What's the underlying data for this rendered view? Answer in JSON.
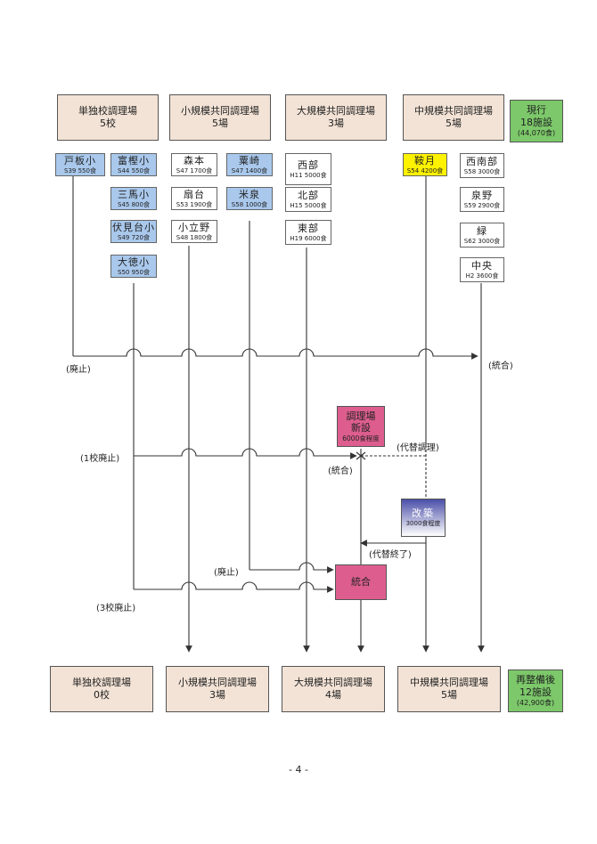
{
  "top": {
    "tandoku": {
      "title": "単独校調理場",
      "count": "5校"
    },
    "shokibo": {
      "title": "小規模共同調理場",
      "count": "5場"
    },
    "daikibo": {
      "title": "大規模共同調理場",
      "count": "3場"
    },
    "chukibo": {
      "title": "中規模共同調理場",
      "count": "5場"
    },
    "current": {
      "title": "現行",
      "count": "18施設",
      "meals": "(44,070食)"
    }
  },
  "facilities": {
    "toitashou": {
      "name": "戸板小",
      "info": "S39 550食"
    },
    "tomigashiShou": {
      "name": "富樫小",
      "info": "S44 550食"
    },
    "sanmaShou": {
      "name": "三馬小",
      "info": "S45 800食"
    },
    "fushimidaiShou": {
      "name": "伏見台小",
      "info": "S49 720食"
    },
    "daitokuShou": {
      "name": "大徳小",
      "info": "S50 950食"
    },
    "morimoto": {
      "name": "森本",
      "info": "S47 1700食"
    },
    "awagasaki": {
      "name": "粟崎",
      "info": "S47 1400食"
    },
    "sendai": {
      "name": "扇台",
      "info": "S53 1900食"
    },
    "yonaizumi": {
      "name": "米泉",
      "info": "S58 1000食"
    },
    "kotatsuno": {
      "name": "小立野",
      "info": "S48 1800食"
    },
    "nishibu": {
      "name": "西部",
      "info": "H11 5000食"
    },
    "hokubu": {
      "name": "北部",
      "info": "H15 5000食"
    },
    "tobu": {
      "name": "東部",
      "info": "H19 6000食"
    },
    "kuratsuki": {
      "name": "鞍月",
      "info": "S54 4200食"
    },
    "seinanbu": {
      "name": "西南部",
      "info": "S58 3000食"
    },
    "izumino": {
      "name": "泉野",
      "info": "S59 2900食"
    },
    "midori": {
      "name": "緑",
      "info": "S62 3000食"
    },
    "chuo": {
      "name": "中央",
      "info": "H2 3600食"
    }
  },
  "new_facility": {
    "line1": "調理場",
    "line2": "新設",
    "capacity": "6000食程度"
  },
  "rebuild": {
    "name": "改築",
    "capacity": "3000食程度"
  },
  "merge": {
    "label": "統合"
  },
  "labels": {
    "haishi1": "(廃止)",
    "tougou1": "(統合)",
    "ikkouHaishi": "(1校廃止)",
    "daitaiChouri": "(代替調理)",
    "tougou2": "(統合)",
    "daitaiShuryo": "(代替終了)",
    "haishi2": "(廃止)",
    "sankouHaishi": "(3校廃止)"
  },
  "bottom": {
    "tandoku": {
      "title": "単独校調理場",
      "count": "0校"
    },
    "shokibo": {
      "title": "小規模共同調理場",
      "count": "3場"
    },
    "daikibo": {
      "title": "大規模共同調理場",
      "count": "4場"
    },
    "chukibo": {
      "title": "中規模共同調理場",
      "count": "5場"
    },
    "after": {
      "title": "再整備後",
      "count": "12施設",
      "meals": "(42,900食)"
    }
  },
  "page_number": "- 4 -",
  "colors": {
    "header_fill": "#f3e3d6",
    "green_fill": "#7cc86a",
    "blue_fill": "#a9c8ec",
    "yellow_fill": "#fff200",
    "pink_fill": "#dd5e8e",
    "rebuild_fill": "#4b4fa8"
  }
}
